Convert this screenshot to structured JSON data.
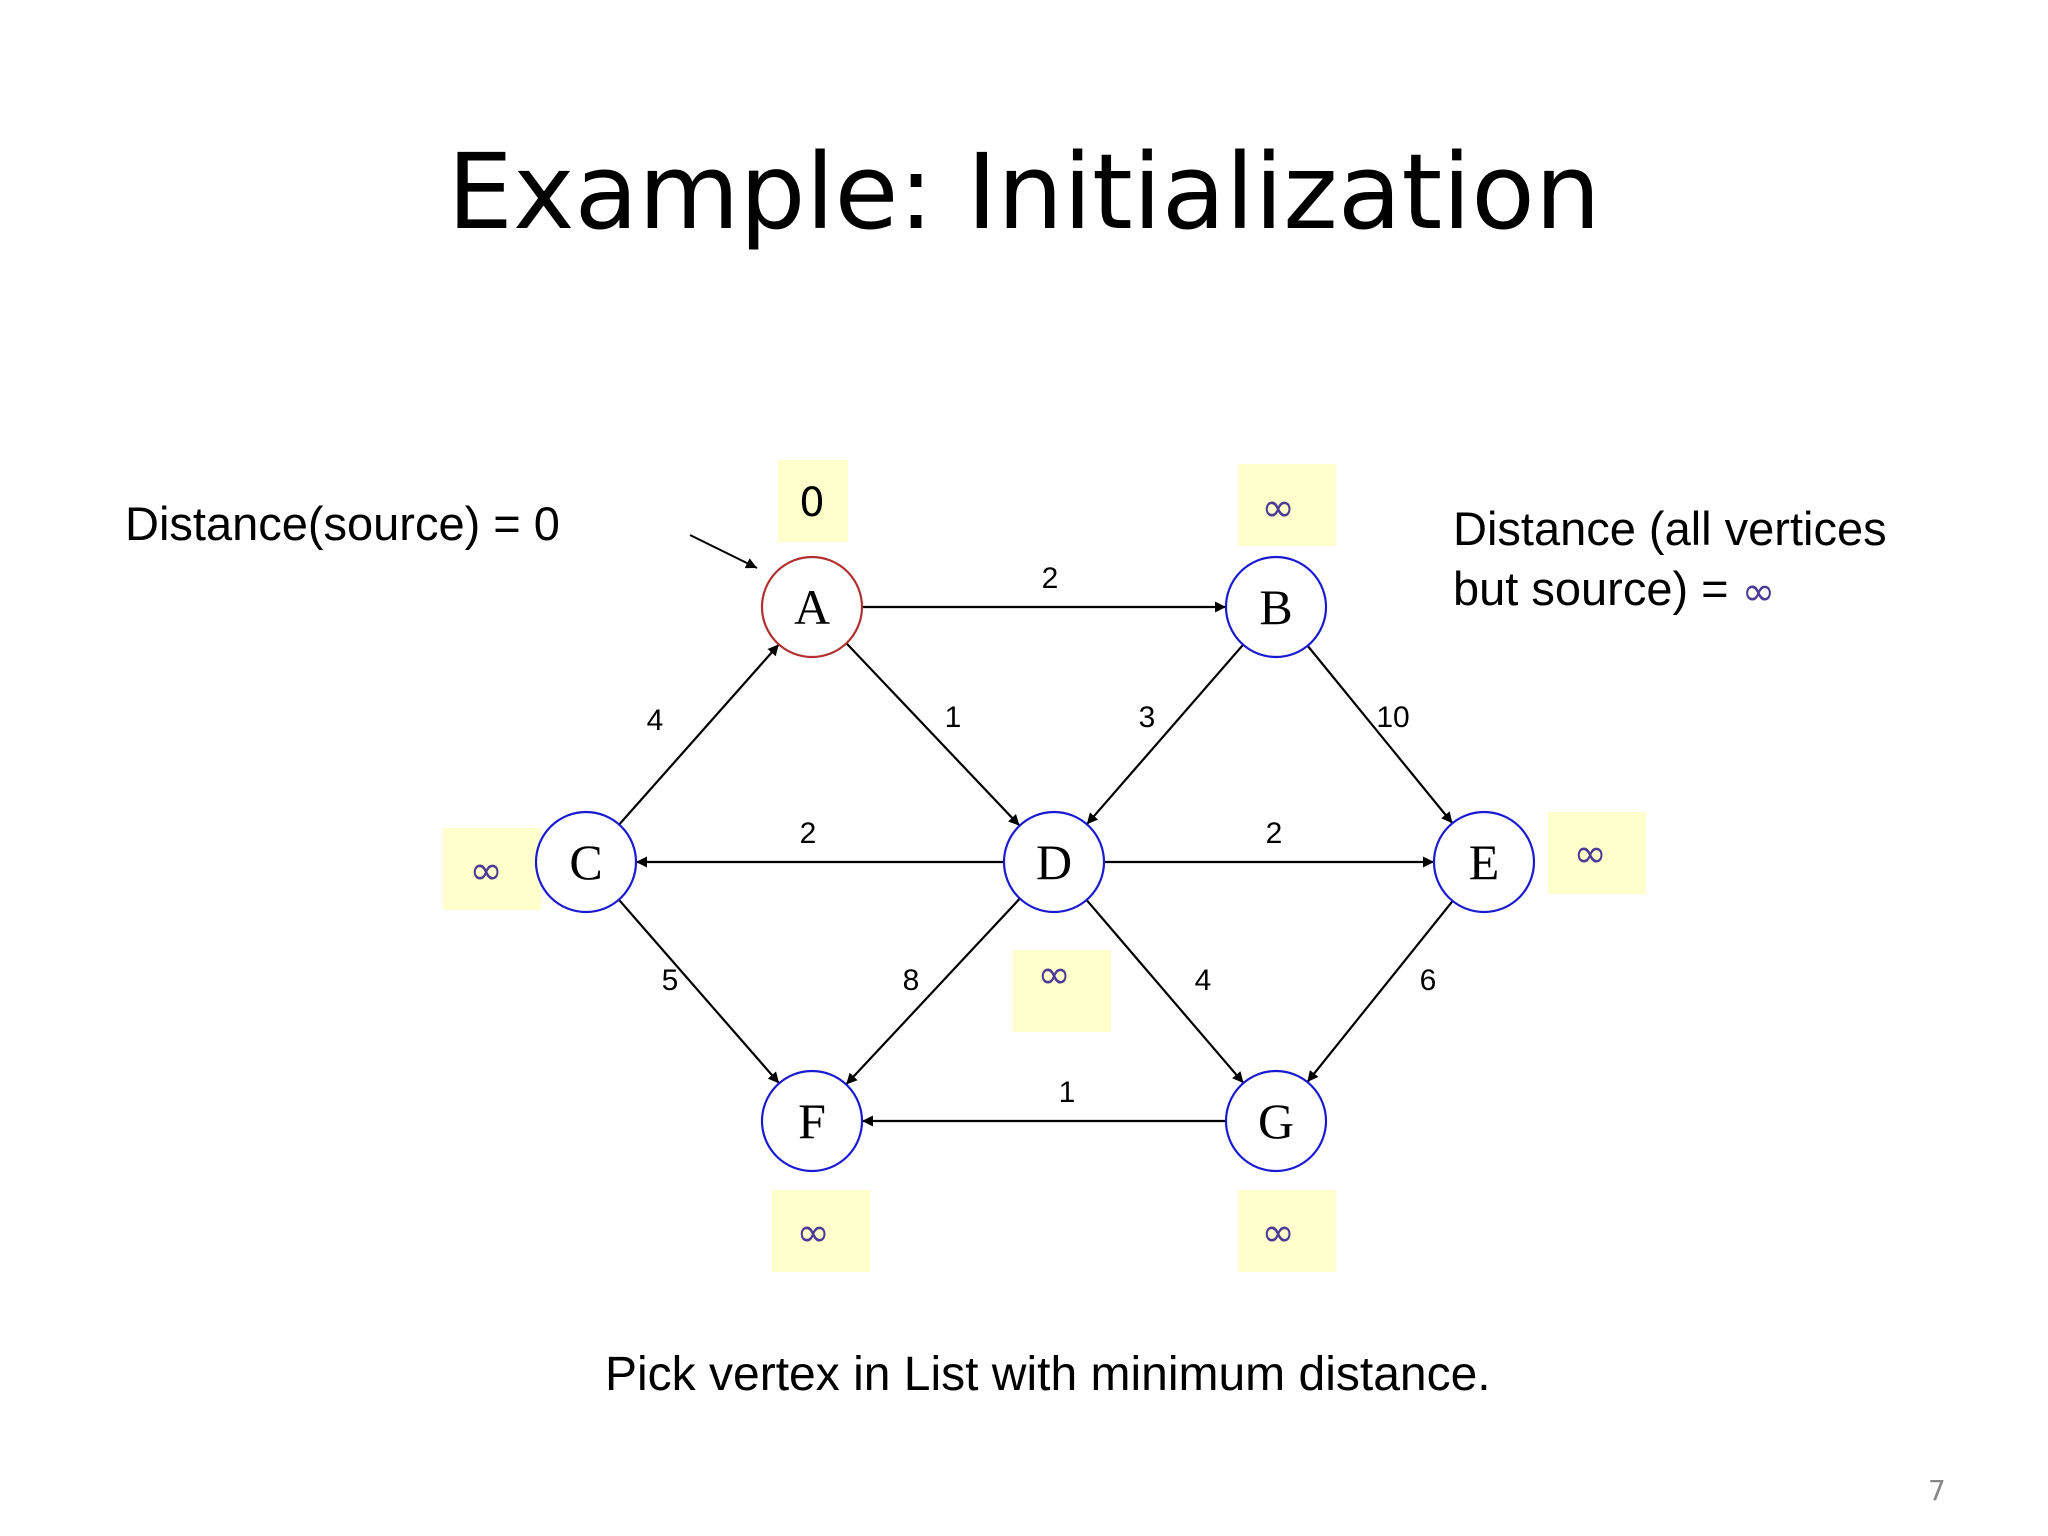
{
  "slide": {
    "title": "Example: Initialization",
    "note_source": "Distance(source) = 0",
    "note_all_line1": "Distance (all vertices",
    "note_all_line2_text": "but source) = ",
    "note_all_line2_symbol": "∞",
    "bottom_text": "Pick vertex in List with minimum distance.",
    "page_number": "7"
  },
  "colors": {
    "source_node_stroke": "#b03030",
    "node_stroke": "#1a1ad0",
    "distance_box_fill": "#ffffcc",
    "infinity_color": "#4b3a96",
    "edge_color": "#000000"
  },
  "graph": {
    "nodes": [
      {
        "id": "A",
        "label": "A",
        "source": true
      },
      {
        "id": "B",
        "label": "B",
        "source": false
      },
      {
        "id": "C",
        "label": "C",
        "source": false
      },
      {
        "id": "D",
        "label": "D",
        "source": false
      },
      {
        "id": "E",
        "label": "E",
        "source": false
      },
      {
        "id": "F",
        "label": "F",
        "source": false
      },
      {
        "id": "G",
        "label": "G",
        "source": false
      }
    ],
    "edges": [
      {
        "from": "A",
        "to": "B",
        "weight": "2"
      },
      {
        "from": "A",
        "to": "D",
        "weight": "1"
      },
      {
        "from": "B",
        "to": "D",
        "weight": "3"
      },
      {
        "from": "B",
        "to": "E",
        "weight": "10"
      },
      {
        "from": "C",
        "to": "A",
        "weight": "4"
      },
      {
        "from": "C",
        "to": "F",
        "weight": "5"
      },
      {
        "from": "D",
        "to": "C",
        "weight": "2"
      },
      {
        "from": "D",
        "to": "E",
        "weight": "2"
      },
      {
        "from": "D",
        "to": "F",
        "weight": "8"
      },
      {
        "from": "D",
        "to": "G",
        "weight": "4"
      },
      {
        "from": "E",
        "to": "G",
        "weight": "6"
      },
      {
        "from": "G",
        "to": "F",
        "weight": "1"
      }
    ],
    "distances": [
      {
        "node": "A",
        "value": "0"
      },
      {
        "node": "B",
        "value": "∞"
      },
      {
        "node": "C",
        "value": "∞"
      },
      {
        "node": "D",
        "value": "∞"
      },
      {
        "node": "E",
        "value": "∞"
      },
      {
        "node": "F",
        "value": "∞"
      },
      {
        "node": "G",
        "value": "∞"
      }
    ]
  }
}
